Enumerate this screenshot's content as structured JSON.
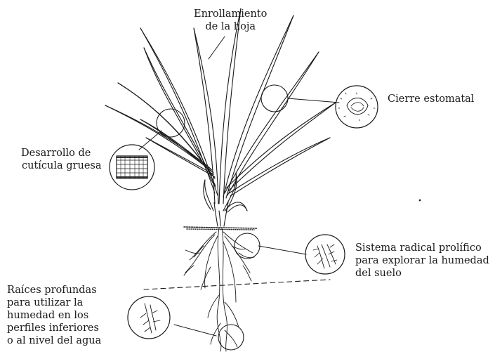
{
  "labels": {
    "leaf_rolling": [
      "Enrollamiento",
      "de la hoja"
    ],
    "stomatal_closure": [
      "Cierre estomatal"
    ],
    "thick_cuticle": [
      "Desarrollo de",
      "cutícula gruesa"
    ],
    "root_system": [
      "Sistema radical prolífico",
      "para explorar la humedad",
      "del suelo"
    ],
    "deep_roots": [
      "Raíces profundas",
      "para utilizar la",
      "humedad en los",
      "perfiles inferiores",
      "o al nivel del agua"
    ]
  },
  "colors": {
    "ink": "#1a1a1a",
    "background": "#ffffff"
  }
}
